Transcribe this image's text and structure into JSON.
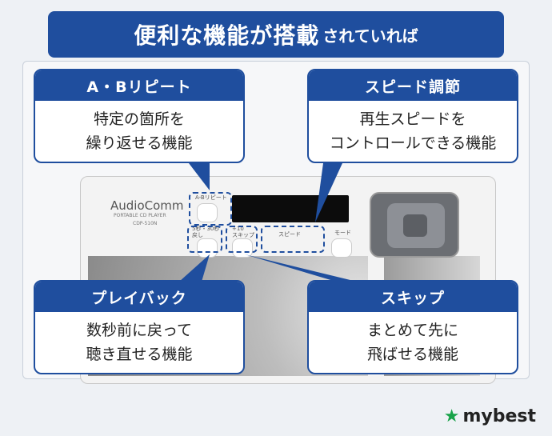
{
  "banner": {
    "main": "便利な機能が搭載",
    "suffix": "されていれば"
  },
  "device": {
    "brand": "AudioComm",
    "model_line1": "PORTABLE CD PLAYER",
    "model_line2": "CDP-510N",
    "ab_repeat_label": "A-Bリピート",
    "back_label": "5秒・30秒\n戻し",
    "skip_label": "+10\nスキップ",
    "speed_label": "スピード",
    "mode_label": "モード"
  },
  "callouts": {
    "ab_repeat": {
      "title": "A・Bリピート",
      "line1": "特定の箇所を",
      "line2": "繰り返せる機能"
    },
    "speed": {
      "title": "スピード調節",
      "line1": "再生スピードを",
      "line2": "コントロールできる機能"
    },
    "playback": {
      "title": "プレイバック",
      "line1": "数秒前に戻って",
      "line2": "聴き直せる機能"
    },
    "skip": {
      "title": "スキップ",
      "line1": "まとめて先に",
      "line2": "飛ばせる機能"
    }
  },
  "logo": {
    "text": "mybest",
    "icon": "star-icon"
  },
  "colors": {
    "accent": "#1f4e9e",
    "logo_star": "#19a34a"
  }
}
